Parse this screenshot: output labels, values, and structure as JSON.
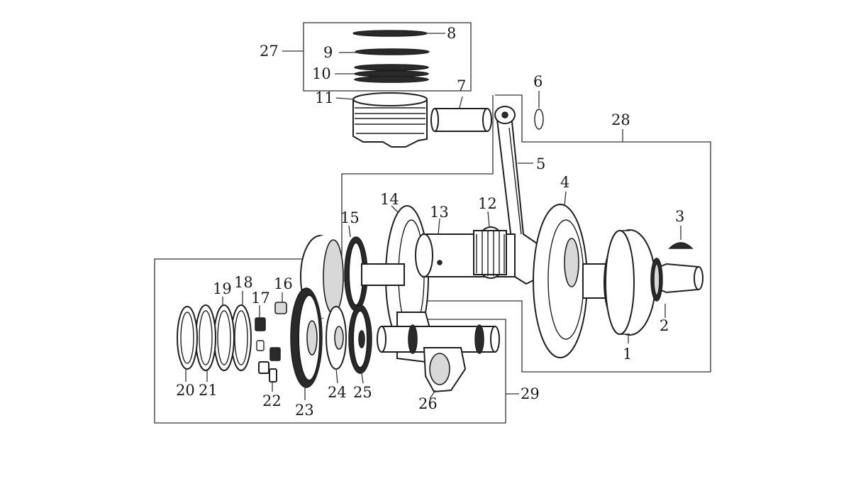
{
  "callouts": {
    "c1": "1",
    "c2": "2",
    "c3": "3",
    "c4": "4",
    "c5": "5",
    "c6": "6",
    "c7": "7",
    "c8": "8",
    "c9": "9",
    "c10": "10",
    "c11": "11",
    "c12": "12",
    "c13": "13",
    "c14": "14",
    "c15": "15",
    "c16": "16",
    "c17": "17",
    "c18": "18",
    "c19": "19",
    "c20": "20",
    "c21": "21",
    "c22": "22",
    "c23": "23",
    "c24": "24",
    "c25": "25",
    "c26": "26",
    "c27": "27",
    "c28": "28",
    "c29": "29"
  },
  "colors": {
    "line": "#1f1f1f",
    "background": "#ffffff",
    "shade": "#d8d8d8"
  }
}
